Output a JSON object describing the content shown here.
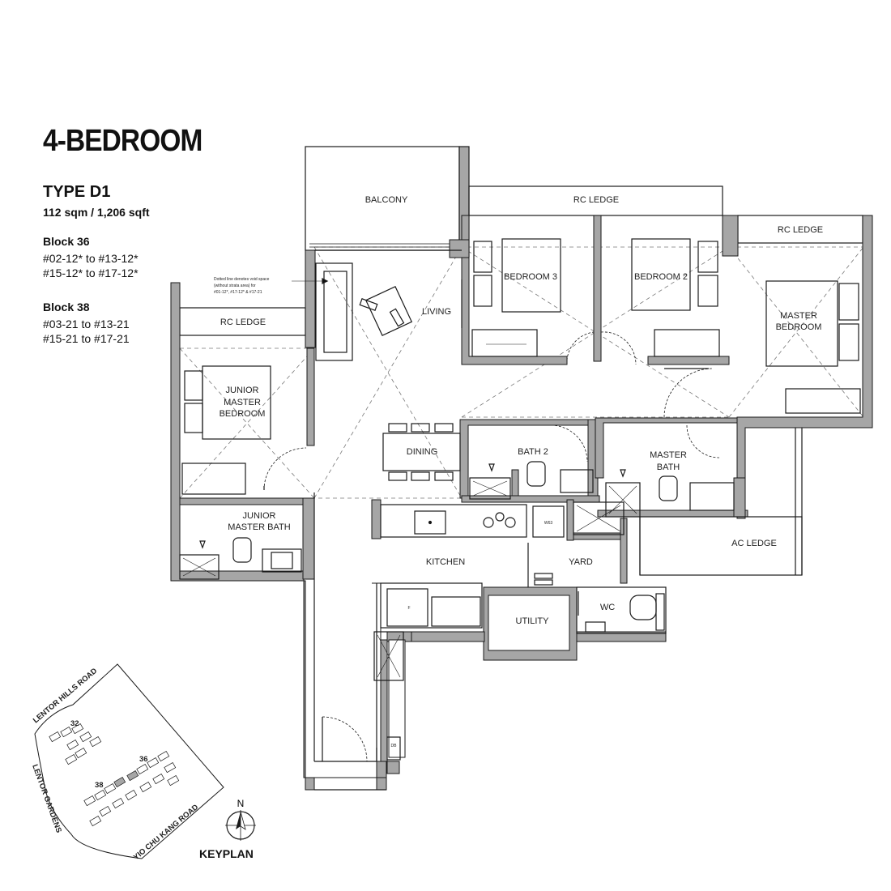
{
  "header": {
    "title": "4-BEDROOM",
    "type": "TYPE D1",
    "size": "112 sqm / 1,206 sqft"
  },
  "blocks": [
    {
      "name": "Block 36",
      "units": [
        "#02-12* to #13-12*",
        "#15-12* to #17-12*"
      ]
    },
    {
      "name": "Block 38",
      "units": [
        "#03-21 to #13-21",
        "#15-21 to #17-21"
      ]
    }
  ],
  "rooms": {
    "balcony": "BALCONY",
    "rc_ledge_top": "RC LEDGE",
    "rc_ledge_right": "RC LEDGE",
    "rc_ledge_left": "RC LEDGE",
    "living": "LIVING",
    "bedroom3": "BEDROOM 3",
    "bedroom2": "BEDROOM 2",
    "master_bedroom": [
      "MASTER",
      "BEDROOM"
    ],
    "junior_master_bedroom": [
      "JUNIOR",
      "MASTER",
      "BEDROOM"
    ],
    "dining": "DINING",
    "bath2": "BATH 2",
    "master_bath": [
      "MASTER",
      "BATH"
    ],
    "junior_master_bath": [
      "JUNIOR",
      "MASTER BATH"
    ],
    "kitchen": "KITCHEN",
    "yard": "YARD",
    "utility": "UTILITY",
    "wc": "WC",
    "ac_ledge": "AC LEDGE",
    "wm": "W63",
    "fridge": "F",
    "db": "DB"
  },
  "void_note": [
    "Dotted line denotes void space",
    "(without strata area) for",
    "#01-12*, #17-12* & #17-21"
  ],
  "keyplan": {
    "title": "KEYPLAN",
    "north": "N",
    "roads": [
      "LENTOR HILLS ROAD",
      "LENTOR GARDENS",
      "YIO CHU KANG ROAD"
    ],
    "blocks": [
      "32",
      "36",
      "38"
    ]
  },
  "colors": {
    "wall": "#a6a6a6",
    "line": "#1a1a1a"
  }
}
